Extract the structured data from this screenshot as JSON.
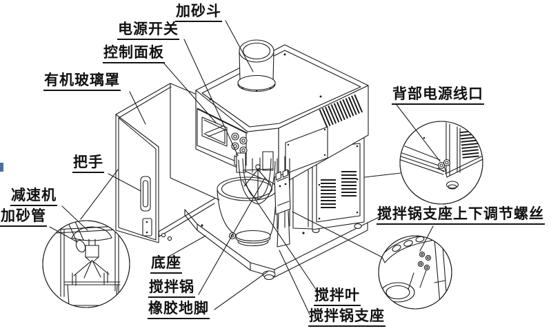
{
  "diagram_type": "machine-part-annotation-diagram",
  "colors": {
    "line": "#1b1b1b",
    "background": "#ffffff",
    "label_text": "#111111",
    "edge_marker_blue": "#4a6f9f"
  },
  "labels": {
    "hopper": "加砂斗",
    "power_switch": "电源开关",
    "control_panel": "控制面板",
    "acrylic_cover": "有机玻璃罩",
    "handle": "把手",
    "reducer": "减速机",
    "sand_pipe": "加砂管",
    "base": "底座",
    "mixing_pot": "搅拌锅",
    "rubber_feet": "橡胶地脚",
    "mixing_blade": "搅拌叶",
    "pot_support": "搅拌锅支座",
    "rear_power_port": "背部电源线口",
    "pot_support_adjust_screws": "搅拌锅支座上下调节螺丝"
  }
}
